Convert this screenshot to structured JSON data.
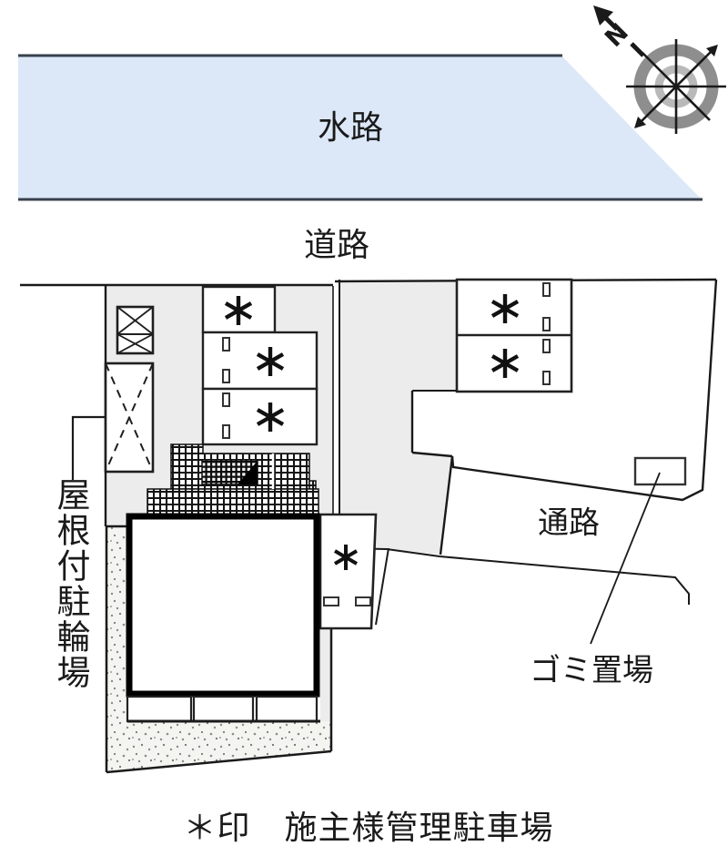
{
  "compass": {
    "north_label": "N"
  },
  "areas": {
    "waterway": "水路",
    "road": "道路",
    "passage": "通路",
    "garbage_area": "ゴミ置場",
    "covered_bicycle_parking": "屋根付駐輪場"
  },
  "legend": {
    "caption": "＊印　施主様管理駐車場"
  },
  "parking": {
    "mark": "*",
    "marked_spaces_count": 6,
    "spaces": [
      {
        "id": "left-1",
        "mark": "*"
      },
      {
        "id": "left-2",
        "mark": "*"
      },
      {
        "id": "left-3",
        "mark": "*"
      },
      {
        "id": "right-1",
        "mark": "*"
      },
      {
        "id": "right-2",
        "mark": "*"
      },
      {
        "id": "south-1",
        "mark": "*"
      }
    ]
  },
  "colors": {
    "waterway_fill": "#dce8f8",
    "waterway_edge": "#39404d",
    "parcel_fill": "#ececec",
    "ground_fill": "#f4f4f1",
    "line": "#1a1a1a",
    "compass_ring_outer": "#8e8e8e",
    "compass_ring_inner": "#b9b9b9"
  }
}
